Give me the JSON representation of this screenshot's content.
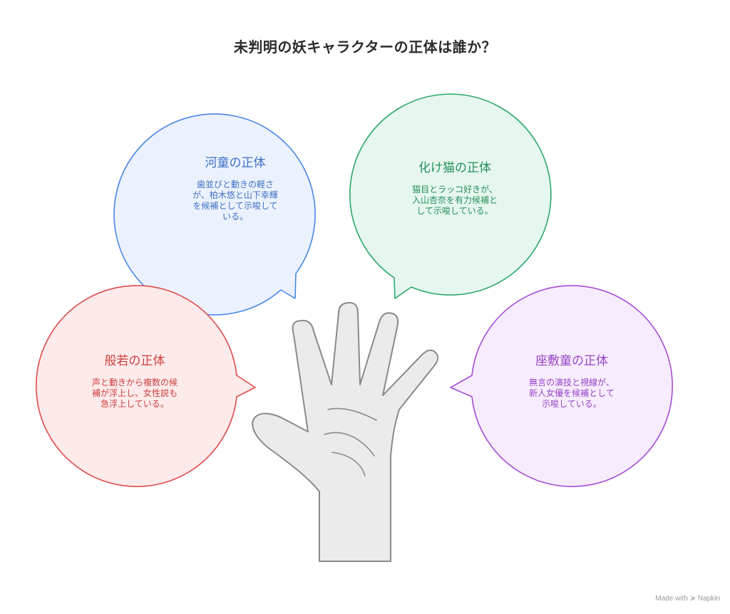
{
  "title": "未判明の妖キャラクターの正体は誰か？",
  "bubbles": {
    "kappa": {
      "heading": "河童の正体",
      "body": "歯並びと動きの軽さ\nが、柏木悠と山下幸輝\nを候補として示唆して\nいる。",
      "color": "#4a86e8",
      "fill": "#ebf2fd"
    },
    "bakeneko": {
      "heading": "化け猫の正体",
      "body": "猫目とラッコ好きが、\n入山杏奈を有力候補と\nして示唆している。",
      "color": "#2ea86a",
      "fill": "#e5f7ee"
    },
    "hannya": {
      "heading": "般若の正体",
      "body": "声と動きから複数の候\n補が浮上し、女性説も\n急浮上している。",
      "color": "#dd4b4b",
      "fill": "#fdeaea"
    },
    "zashiki": {
      "heading": "座敷童の正体",
      "body": "無言の演技と視線が、\n新人女優を候補として\n示唆している。",
      "color": "#a64dd6",
      "fill": "#f7ecfd"
    }
  },
  "watermark": "Made with ≽ Napkin"
}
